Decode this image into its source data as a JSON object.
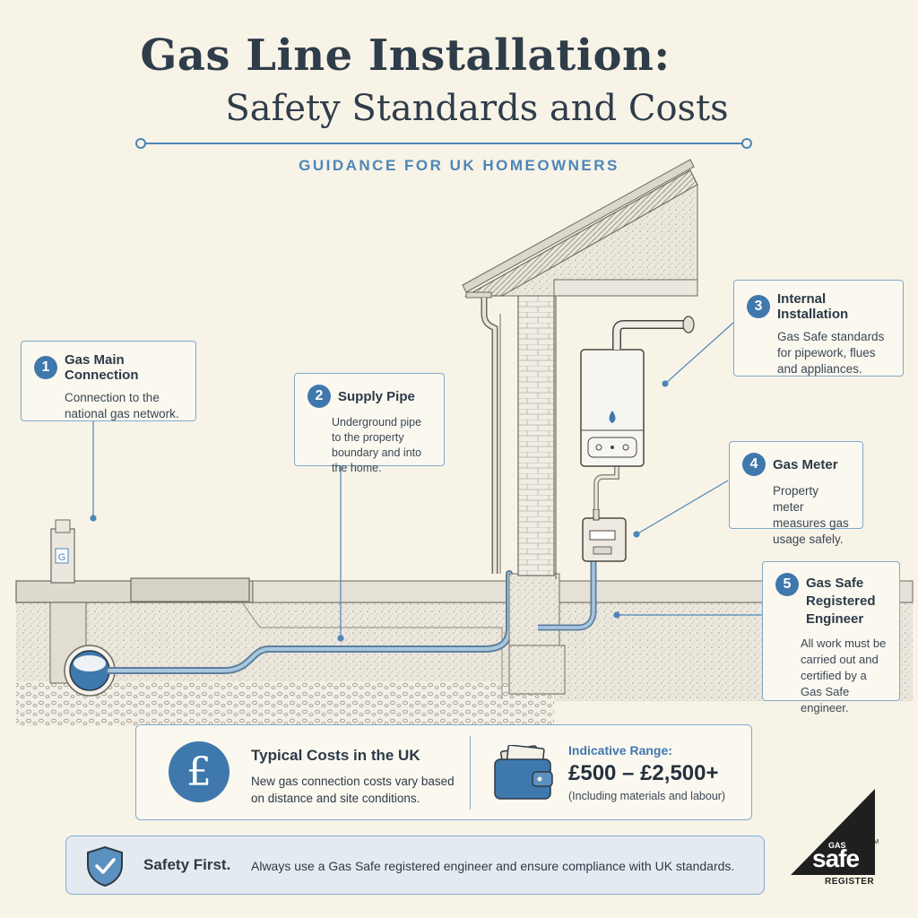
{
  "header": {
    "title_line1": "Gas Line Installation:",
    "title_line2": "Safety Standards and Costs",
    "subtitle": "GUIDANCE FOR UK HOMEOWNERS"
  },
  "callouts": [
    {
      "number": "1",
      "title": "Gas Main Connection",
      "body": "Connection to the national gas network."
    },
    {
      "number": "2",
      "title": "Supply Pipe",
      "body": "Underground pipe to the property boundary and into the home."
    },
    {
      "number": "3",
      "title": "Internal Installation",
      "body": "Gas Safe standards for pipework, flues and appliances."
    },
    {
      "number": "4",
      "title": "Gas Meter",
      "body": "Property meter measures gas usage safely."
    },
    {
      "number": "5",
      "title": "Gas Safe Registered Engineer",
      "body": "All work must be carried out and certified by a Gas Safe engineer."
    }
  ],
  "marker_label": "G",
  "costs": {
    "icon": "£",
    "title": "Typical Costs in the UK",
    "text": "New gas connection costs vary based on distance and site conditions.",
    "range_label": "Indicative Range:",
    "range_value": "£500 – £2,500+",
    "range_note": "(Including materials and labour)"
  },
  "safety": {
    "title": "Safety First.",
    "text": "Always use a Gas Safe registered engineer and ensure compliance with UK standards."
  },
  "logo": {
    "gas": "GAS",
    "safe": "safe",
    "tm": "TM",
    "register": "REGISTER"
  },
  "colors": {
    "accent": "#3f78ac",
    "background": "#f8f3e7",
    "pipe": "#8fb3d2",
    "border": "#7fa9cc"
  }
}
